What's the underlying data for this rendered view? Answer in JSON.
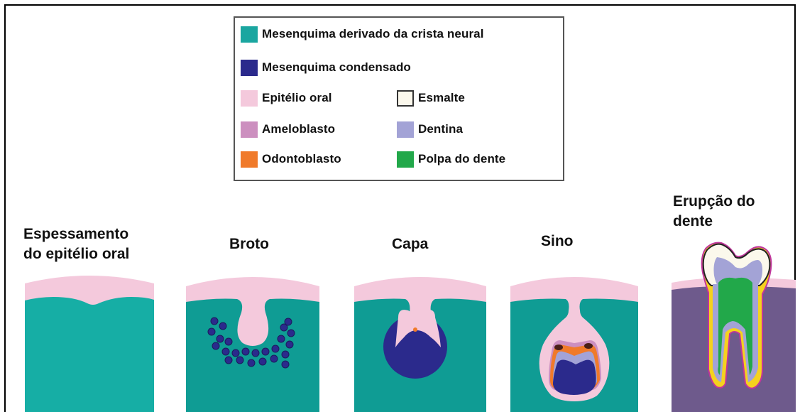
{
  "legend": {
    "items": [
      {
        "label": "Mesenquima derivado da crista neural",
        "color": "#1aa6a0"
      },
      {
        "label": "Mesenquima condensado",
        "color": "#2b2a8c"
      },
      {
        "label": "Epitélio oral",
        "color": "#f4c9dc"
      },
      {
        "label": "Esmalte",
        "color": "#fbf8ec"
      },
      {
        "label": "Ameloblasto",
        "color": "#cc8fbf"
      },
      {
        "label": "Dentina",
        "color": "#a3a3d6"
      },
      {
        "label": "Odontoblasto",
        "color": "#f07a2a"
      },
      {
        "label": "Polpa do dente",
        "color": "#22a84a"
      }
    ]
  },
  "stages": {
    "espessamento": {
      "line1": "Espessamento",
      "line2": "do epitélio oral"
    },
    "broto": {
      "title": "Broto"
    },
    "capa": {
      "title": "Capa"
    },
    "sino": {
      "title": "Sino"
    },
    "erupcao": {
      "line1": "Erupção do",
      "line2": "dente"
    }
  },
  "colors": {
    "teal": "#0f9c94",
    "teal_light": "#16aea5",
    "pink": "#f4c9dc",
    "navy": "#2b2a8c",
    "orange": "#f07a2a",
    "ameloblast": "#cc8fbf",
    "dentin": "#a3a3d6",
    "enamel": "#fbf8ec",
    "pulp": "#22a84a",
    "gum_purple": "#6e5a8c",
    "yellow": "#f5d21e"
  }
}
